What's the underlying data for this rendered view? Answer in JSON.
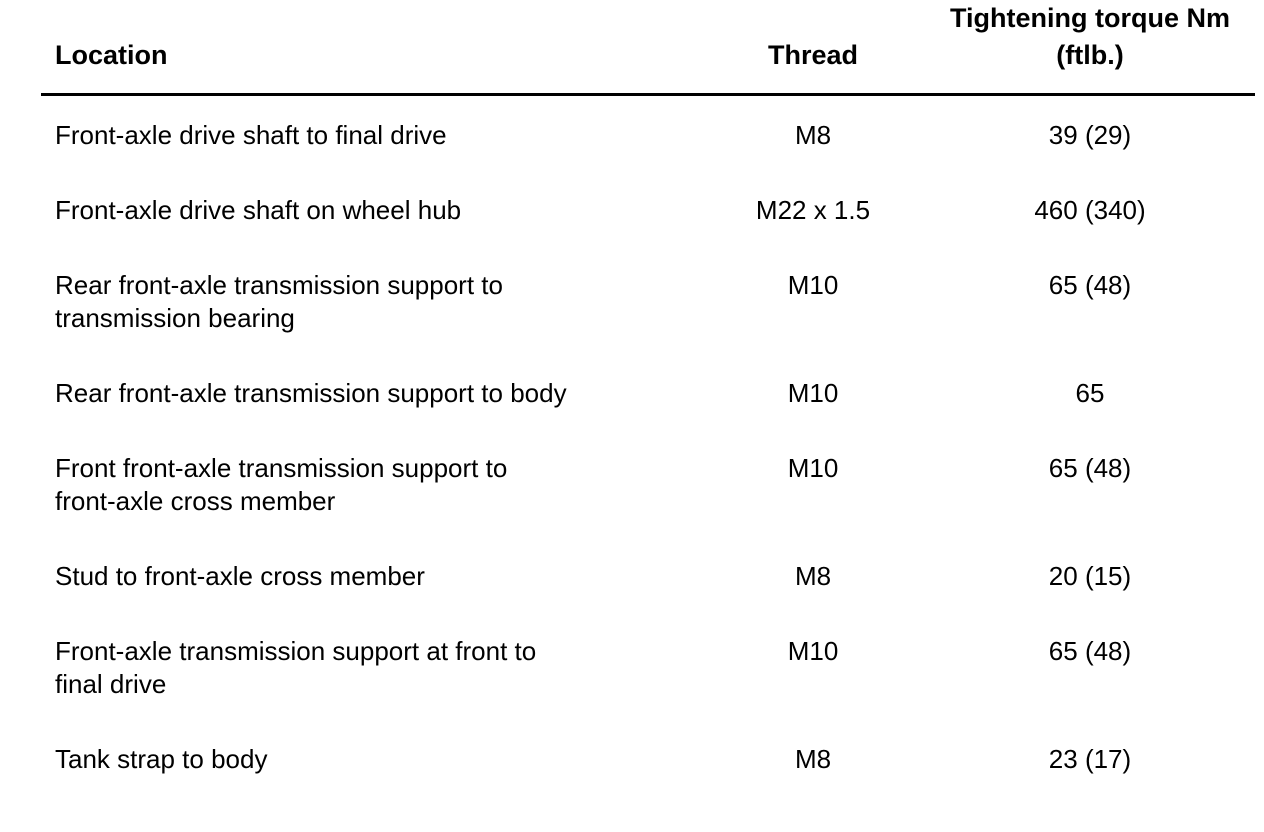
{
  "table": {
    "columns": [
      {
        "key": "location",
        "label": "Location",
        "align": "left"
      },
      {
        "key": "thread",
        "label": "Thread",
        "align": "center"
      },
      {
        "key": "torque",
        "label_line1": "Tightening torque Nm",
        "label_line2": "(ftlb.)",
        "align": "center"
      }
    ],
    "rows": [
      {
        "location_line1": "Front-axle drive shaft to final drive",
        "location_line2": "",
        "thread": "M8",
        "torque": "39 (29)"
      },
      {
        "location_line1": "Front-axle drive shaft on wheel hub",
        "location_line2": "",
        "thread": "M22 x 1.5",
        "torque": "460 (340)"
      },
      {
        "location_line1": "Rear front-axle transmission support to",
        "location_line2": "transmission bearing",
        "thread": "M10",
        "torque": "65 (48)"
      },
      {
        "location_line1": "Rear front-axle transmission support to body",
        "location_line2": "",
        "thread": "M10",
        "torque": "65"
      },
      {
        "location_line1": "Front front-axle transmission support to",
        "location_line2": "front-axle cross member",
        "thread": "M10",
        "torque": "65 (48)"
      },
      {
        "location_line1": "Stud to front-axle cross member",
        "location_line2": "",
        "thread": "M8",
        "torque": "20 (15)"
      },
      {
        "location_line1": "Front-axle transmission support at front to",
        "location_line2": "final drive",
        "thread": "M10",
        "torque": "65 (48)"
      },
      {
        "location_line1": "Tank strap to body",
        "location_line2": "",
        "thread": "M8",
        "torque": "23 (17)"
      }
    ]
  },
  "style": {
    "background": "#ffffff",
    "text_color": "#000000",
    "rule_color": "#000000"
  }
}
